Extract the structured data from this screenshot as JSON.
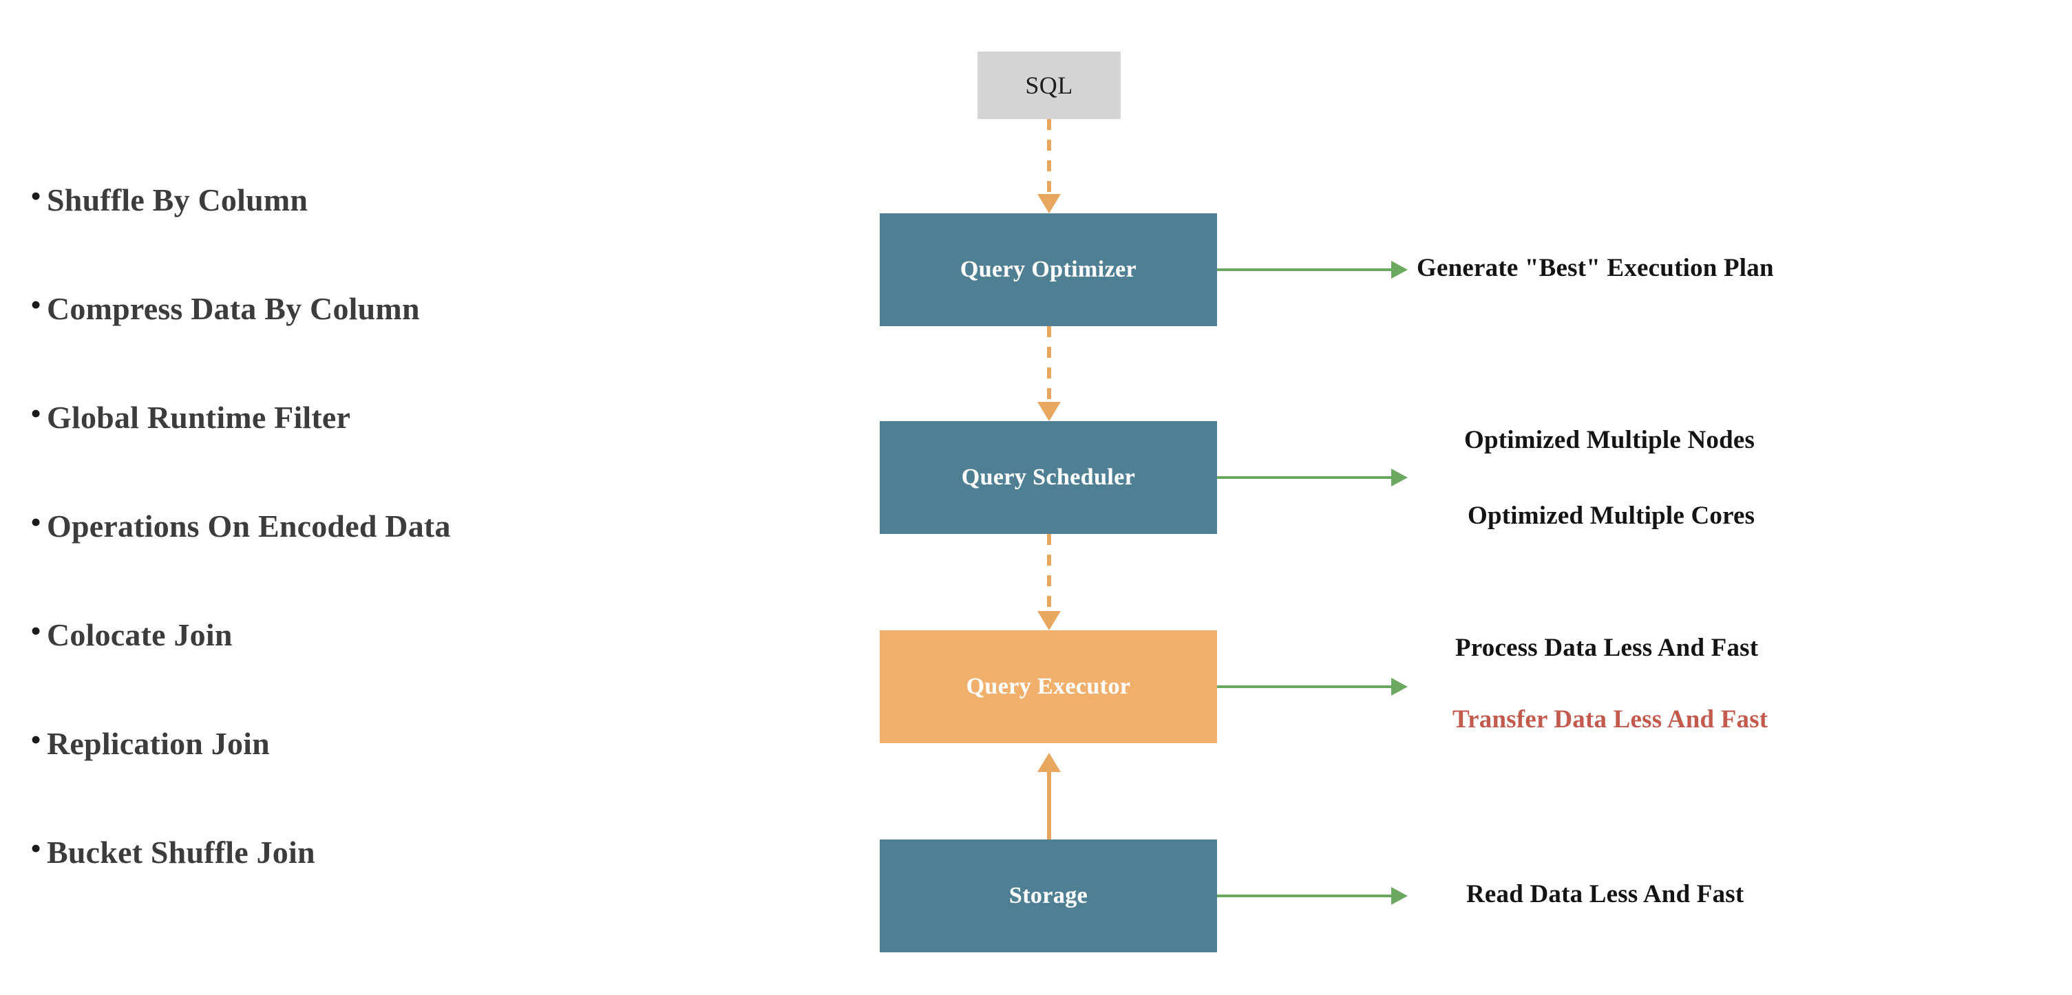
{
  "bullets": {
    "marker": "•",
    "items": [
      {
        "label": "Shuffle By Column"
      },
      {
        "label": "Compress Data By Column"
      },
      {
        "label": "Global Runtime Filter"
      },
      {
        "label": "Operations On Encoded Data"
      },
      {
        "label": "Colocate Join"
      },
      {
        "label": "Replication Join"
      },
      {
        "label": "Bucket Shuffle Join"
      }
    ]
  },
  "flow": {
    "nodes": {
      "sql": "SQL",
      "optimizer": "Query Optimizer",
      "scheduler": "Query Scheduler",
      "executor": "Query Executor",
      "storage": "Storage"
    },
    "outputs": {
      "optimizer": "Generate \"Best\" Execution Plan",
      "scheduler_nodes": "Optimized Multiple Nodes",
      "scheduler_cores": "Optimized Multiple Cores",
      "executor_process": "Process Data Less And Fast",
      "executor_transfer": "Transfer Data Less And Fast",
      "storage_read": "Read Data Less And Fast"
    }
  },
  "colors": {
    "node_teal": "#4E7F92",
    "node_orange": "#F0AF6B",
    "node_gray": "#D4D4D4",
    "flow_arrow": "#E8A75E",
    "output_arrow": "#6DA860",
    "highlight_text": "#C25B4D",
    "bullet_text": "#3C3C3C",
    "background": "#FFFFFF"
  }
}
